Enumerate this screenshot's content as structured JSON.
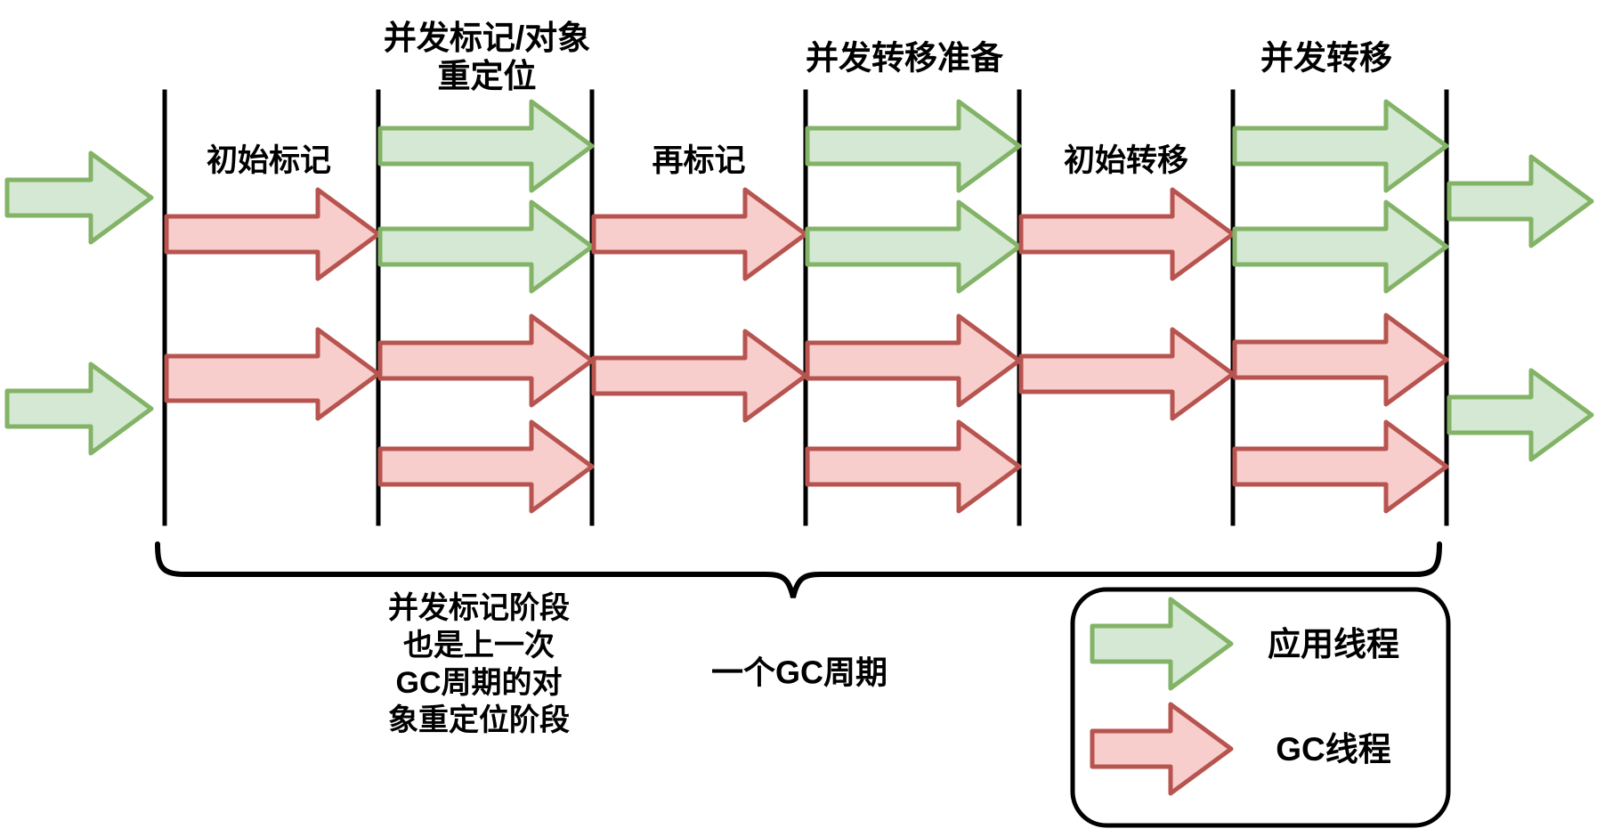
{
  "colors": {
    "app_thread_fill": "#d5e8d4",
    "app_thread_stroke": "#82b366",
    "gc_thread_fill": "#f8cecc",
    "gc_thread_stroke": "#b85450",
    "line_color": "#000000",
    "background": "#ffffff"
  },
  "phases": [
    {
      "label": "初始标记",
      "label_position": "inside",
      "app_thread_arrows": 0,
      "gc_thread_arrows": 2
    },
    {
      "label": "并发标记/对象\n重定位",
      "label_position": "above",
      "app_thread_arrows": 2,
      "gc_thread_arrows": 2
    },
    {
      "label": "再标记",
      "label_position": "inside",
      "app_thread_arrows": 0,
      "gc_thread_arrows": 2
    },
    {
      "label": "并发转移准备",
      "label_position": "above",
      "app_thread_arrows": 2,
      "gc_thread_arrows": 2
    },
    {
      "label": "初始转移",
      "label_position": "inside",
      "app_thread_arrows": 0,
      "gc_thread_arrows": 2
    },
    {
      "label": "并发转移",
      "label_position": "above",
      "app_thread_arrows": 2,
      "gc_thread_arrows": 2
    }
  ],
  "annotations": {
    "concurrent_mark_note": "并发标记阶段\n也是上一次\nGC周期的对\n象重定位阶段",
    "gc_cycle_label": "一个GC周期"
  },
  "legend": {
    "items": [
      {
        "icon": "app-thread-arrow-icon",
        "label": "应用线程"
      },
      {
        "icon": "gc-thread-arrow-icon",
        "label": "GC线程"
      }
    ]
  }
}
